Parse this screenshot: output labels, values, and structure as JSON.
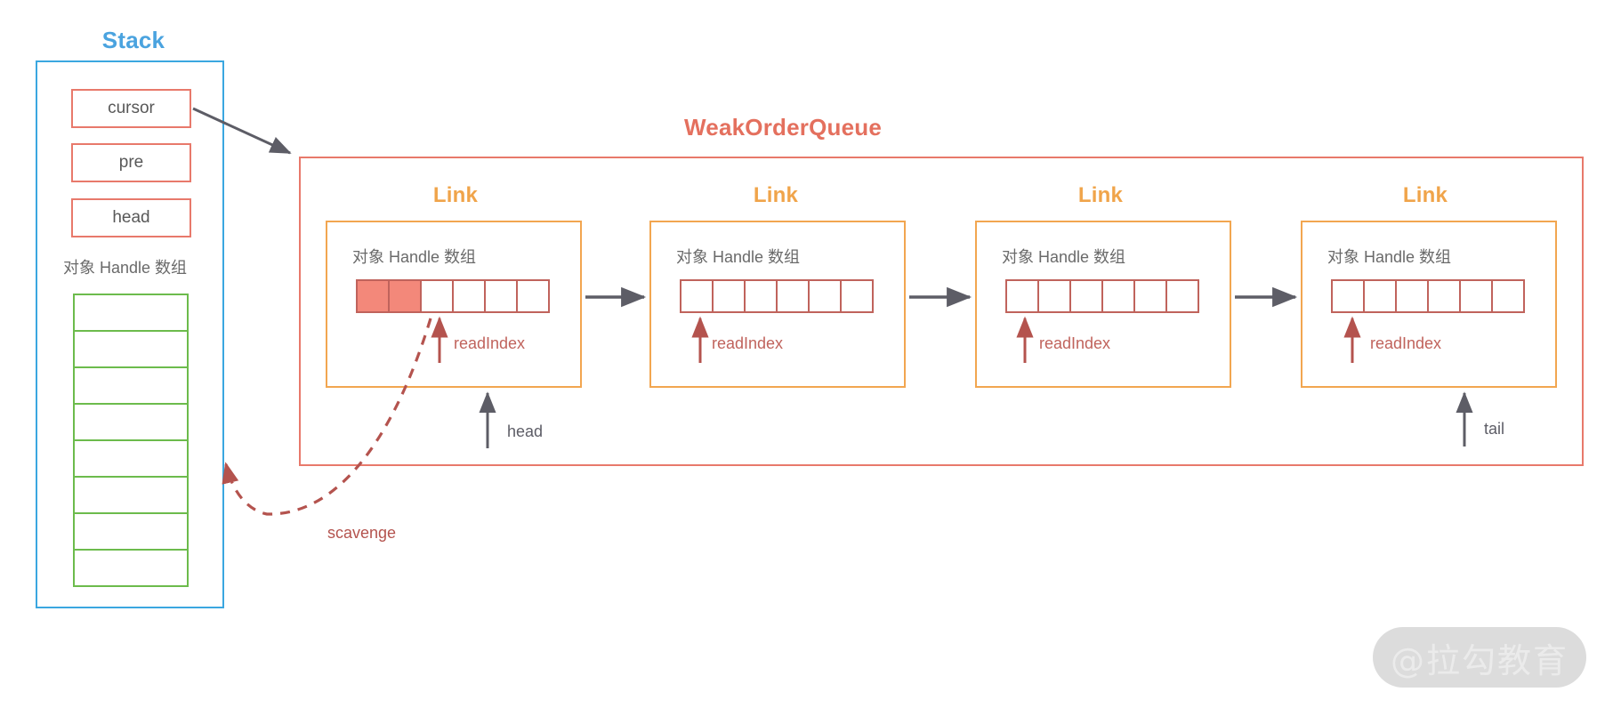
{
  "diagram": {
    "stack": {
      "title": "Stack",
      "fields": [
        {
          "label": "cursor"
        },
        {
          "label": "pre"
        },
        {
          "label": "head"
        }
      ],
      "array_caption": "对象 Handle 数组",
      "array_cell_count": 8
    },
    "weak_order_queue": {
      "title": "WeakOrderQueue",
      "links": [
        {
          "title": "Link",
          "array_caption": "对象 Handle 数组",
          "cells": [
            "filled",
            "filled",
            "empty",
            "empty",
            "empty",
            "empty"
          ],
          "read_index_label": "readIndex",
          "pointer_label": "head"
        },
        {
          "title": "Link",
          "array_caption": "对象 Handle 数组",
          "cells": [
            "empty",
            "empty",
            "empty",
            "empty",
            "empty",
            "empty"
          ],
          "read_index_label": "readIndex",
          "pointer_label": ""
        },
        {
          "title": "Link",
          "array_caption": "对象 Handle 数组",
          "cells": [
            "empty",
            "empty",
            "empty",
            "empty",
            "empty",
            "empty"
          ],
          "read_index_label": "readIndex",
          "pointer_label": ""
        },
        {
          "title": "Link",
          "array_caption": "对象 Handle 数组",
          "cells": [
            "empty",
            "empty",
            "empty",
            "empty",
            "empty",
            "empty"
          ],
          "read_index_label": "readIndex",
          "pointer_label": "tail"
        }
      ]
    },
    "annotations": {
      "scavenge_label": "scavenge",
      "head_label": "head",
      "tail_label": "tail"
    },
    "watermark": "@拉勾教育",
    "colors": {
      "stack_border": "#3ba7e0",
      "stack_title": "#4aa3df",
      "field_border": "#e8796b",
      "queue_border": "#e8796b",
      "queue_title": "#e4705e",
      "link_border": "#f2a650",
      "link_title": "#f0a44a",
      "array_border": "#c0635c",
      "cell_filled": "#f3887a",
      "green_array": "#6cbb4c",
      "arrow_grey": "#5d5d66",
      "scavenge": "#b4534e"
    }
  }
}
